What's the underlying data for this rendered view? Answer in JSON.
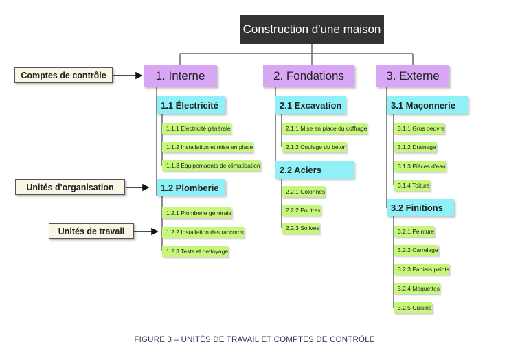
{
  "root": "Construction d'une maison",
  "branches": [
    {
      "title": "1. Interne",
      "groups": [
        {
          "title": "1.1 Électricité",
          "items": [
            "1.1.1 Électricité générale",
            "1.1.2 Installation et mise en place",
            "1.1.3 Équipemaents de climatisation"
          ]
        },
        {
          "title": "1.2 Plomberie",
          "items": [
            "1.2.1 Plomberie générale",
            "1.2.2 Installation des raccords",
            "1.2.3 Tests et nettoyage"
          ]
        }
      ]
    },
    {
      "title": "2. Fondations",
      "groups": [
        {
          "title": "2.1 Excavation",
          "items": [
            "2.1.1 Mise en place du coffrage",
            "2.1.2 Coulage du béton"
          ]
        },
        {
          "title": "2.2 Aciers",
          "items": [
            "2.2.1 Colonnes",
            "2.2.2 Poutres",
            "2.2.3 Solives"
          ]
        }
      ]
    },
    {
      "title": "3. Externe",
      "groups": [
        {
          "title": "3.1 Maçonnerie",
          "items": [
            "3.1.1 Gros oeuvre",
            "3.1.2 Drainage",
            "3.1.3 Pièces d'eau",
            "3.1.4 Toiture"
          ]
        },
        {
          "title": "3.2 Finitions",
          "items": [
            "3.2.1 Peinture",
            "3.2.2 Carrelage",
            "3.2.3 Papiers peints",
            "3.2.4 Moquettes",
            "3.2.5 Cuisine"
          ]
        }
      ]
    }
  ],
  "labels": {
    "control": "Comptes de contrôle",
    "org": "Unités d'organisation",
    "work": "Unités de travail"
  },
  "caption": "FIGURE 3 – UNITÉS DE TRAVAIL ET COMPTES DE CONTRÔLE",
  "colors": {
    "root": "#333333",
    "level1": "#d9a6f5",
    "level2": "#8ff0f7",
    "level3": "#c6f77a",
    "label_bg": "#fbf5e6"
  }
}
